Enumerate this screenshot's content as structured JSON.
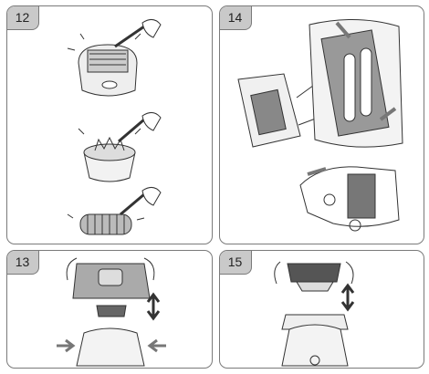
{
  "panels": [
    {
      "step": "12"
    },
    {
      "step": "14"
    },
    {
      "step": "13"
    },
    {
      "step": "15"
    }
  ]
}
